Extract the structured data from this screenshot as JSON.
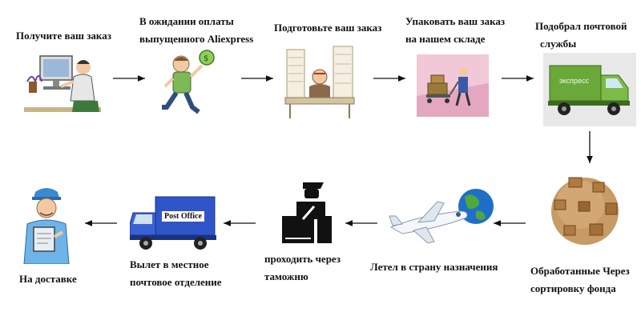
{
  "steps": [
    {
      "id": "receive",
      "lines": [
        "Получите ваш заказ"
      ],
      "icon": "office-worker-icon"
    },
    {
      "id": "await-payment",
      "lines": [
        "В ожидании оплаты",
        "выпущенного Aliexpress"
      ],
      "icon": "running-man-money-icon"
    },
    {
      "id": "prepare",
      "lines": [
        "Подготовьте ваш заказ"
      ],
      "icon": "paperwork-desk-icon"
    },
    {
      "id": "pack",
      "lines": [
        "Упаковать ваш заказ",
        "на нашем складе"
      ],
      "icon": "warehouse-cart-icon"
    },
    {
      "id": "pickup",
      "lines": [
        "Подобрал почтовой",
        "службы"
      ],
      "icon": "green-truck-icon",
      "badge": "экспресс"
    },
    {
      "id": "sorted",
      "lines": [
        "Обработанные Через",
        "сортировку фонда"
      ],
      "icon": "parcel-globe-icon"
    },
    {
      "id": "flight",
      "lines": [
        "Летел в страну назначения"
      ],
      "icon": "airplane-globe-icon"
    },
    {
      "id": "customs",
      "lines": [
        "проходить через",
        "таможню"
      ],
      "icon": "customs-officer-icon"
    },
    {
      "id": "local-office",
      "lines": [
        "Вылет в местное",
        "почтовое отделение"
      ],
      "icon": "blue-truck-icon",
      "badge": "Post Office"
    },
    {
      "id": "delivery",
      "lines": [
        "На доставке"
      ],
      "icon": "courier-tablet-icon"
    }
  ],
  "colors": {
    "truck_green": "#6aa83a",
    "truck_blue": "#2f55c8",
    "globe_blue": "#1f6fc9",
    "globe_green": "#4ea83c",
    "arrow": "#111111"
  }
}
